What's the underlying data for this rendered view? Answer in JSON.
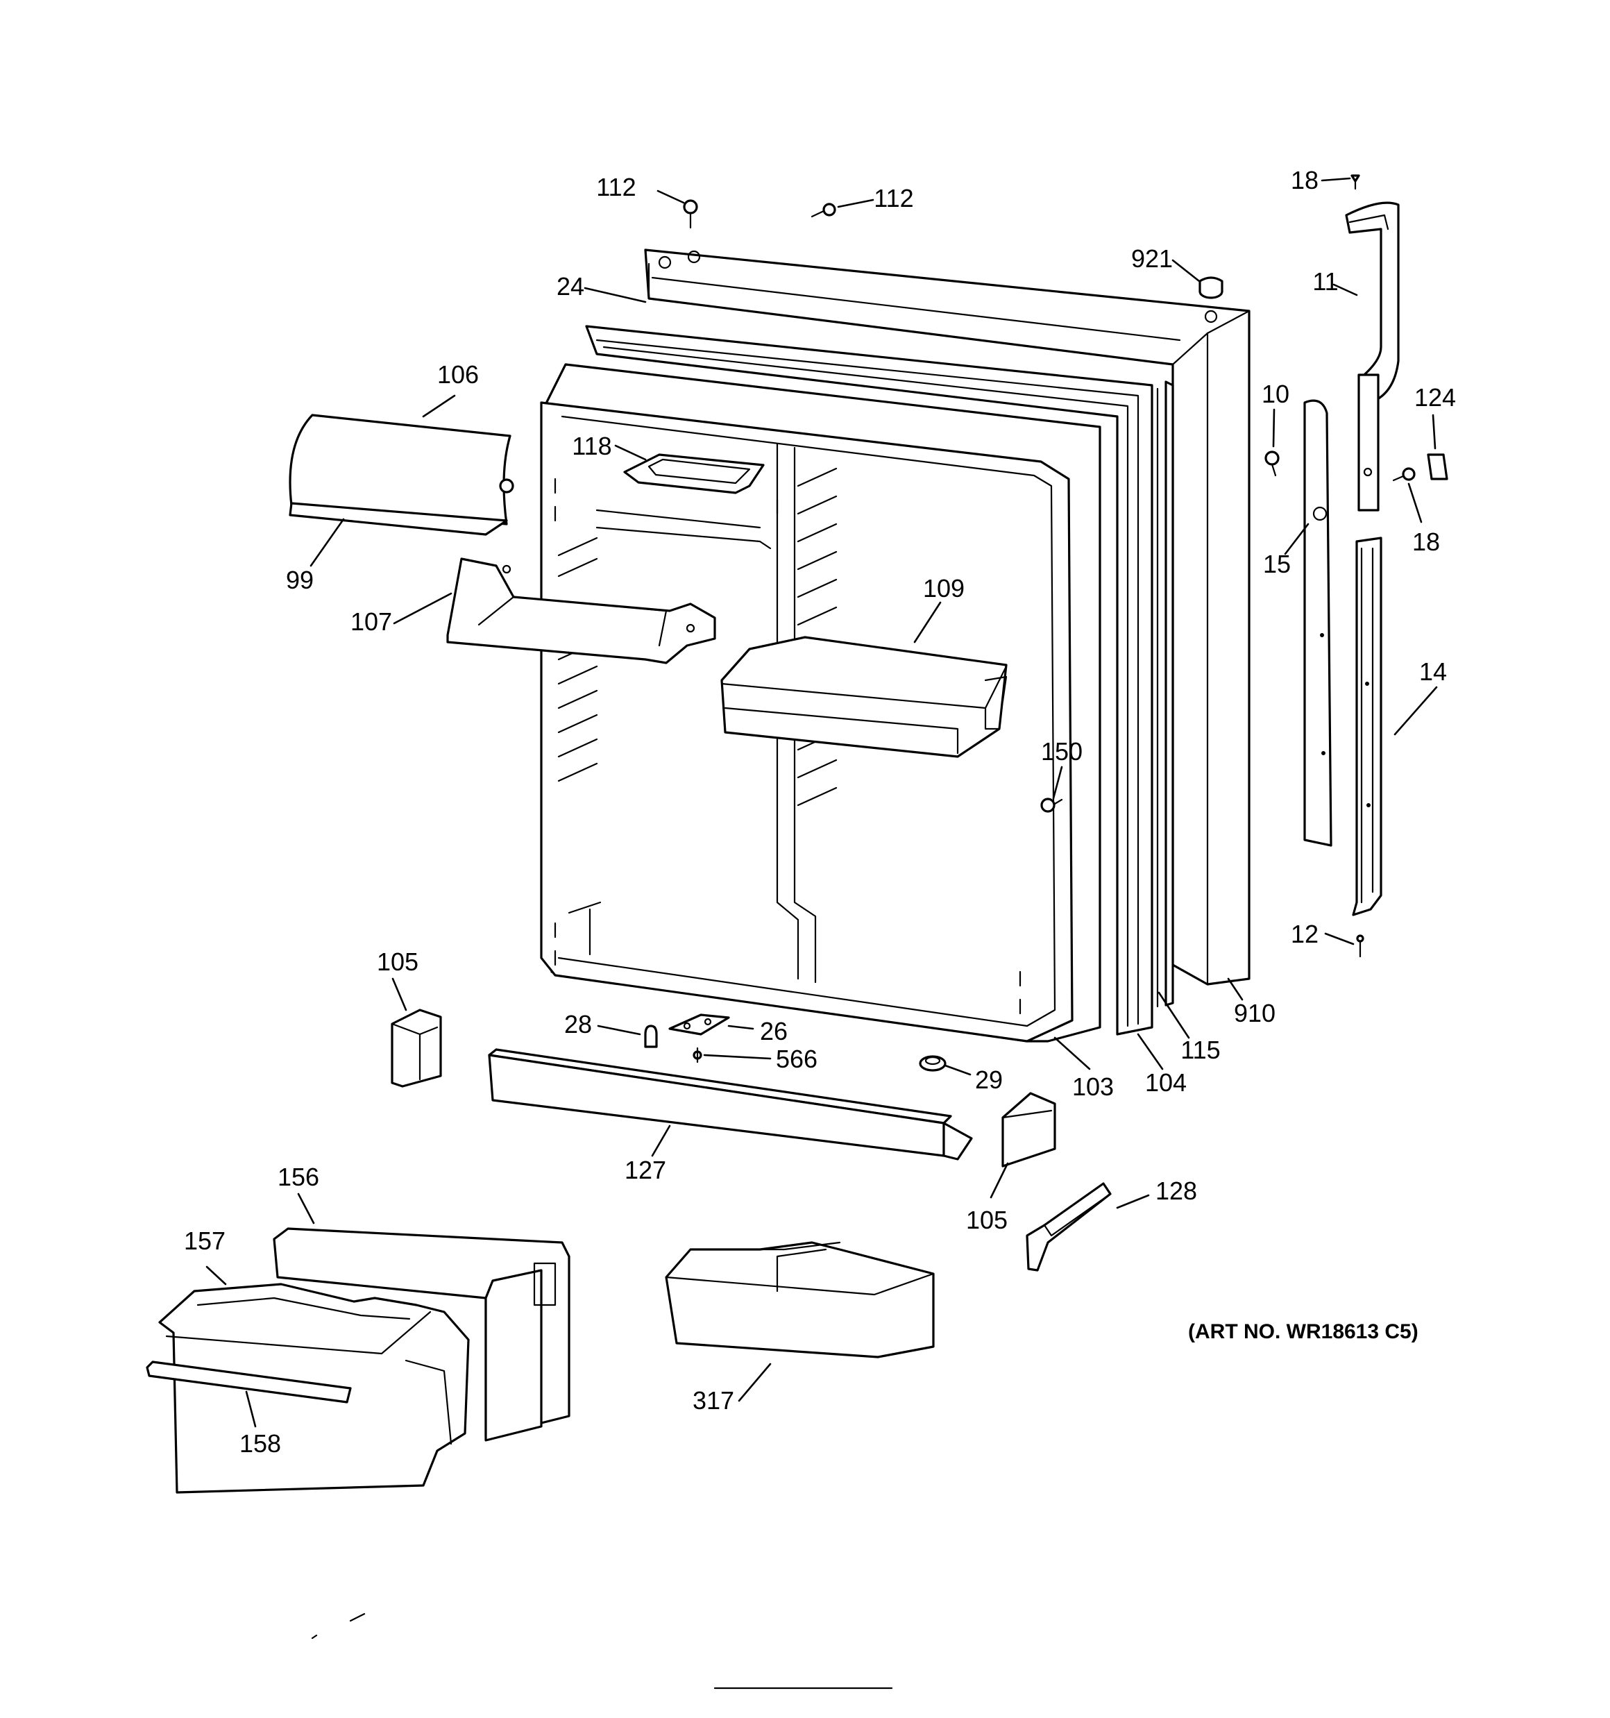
{
  "diagram": {
    "art_number": "(ART NO. WR18613 C5)",
    "callouts": {
      "c112a": "112",
      "c112b": "112",
      "c18a": "18",
      "c921": "921",
      "c24": "24",
      "c11": "11",
      "c106": "106",
      "c10": "10",
      "c124": "124",
      "c118": "118",
      "c18b": "18",
      "c99": "99",
      "c15": "15",
      "c109": "109",
      "c107": "107",
      "c14": "14",
      "c150": "150",
      "c12": "12",
      "c105a": "105",
      "c910": "910",
      "c28": "28",
      "c26": "26",
      "c115": "115",
      "c566": "566",
      "c29": "29",
      "c103": "103",
      "c104": "104",
      "c127": "127",
      "c128": "128",
      "c156": "156",
      "c105b": "105",
      "c157": "157",
      "c317": "317",
      "c158": "158"
    }
  }
}
